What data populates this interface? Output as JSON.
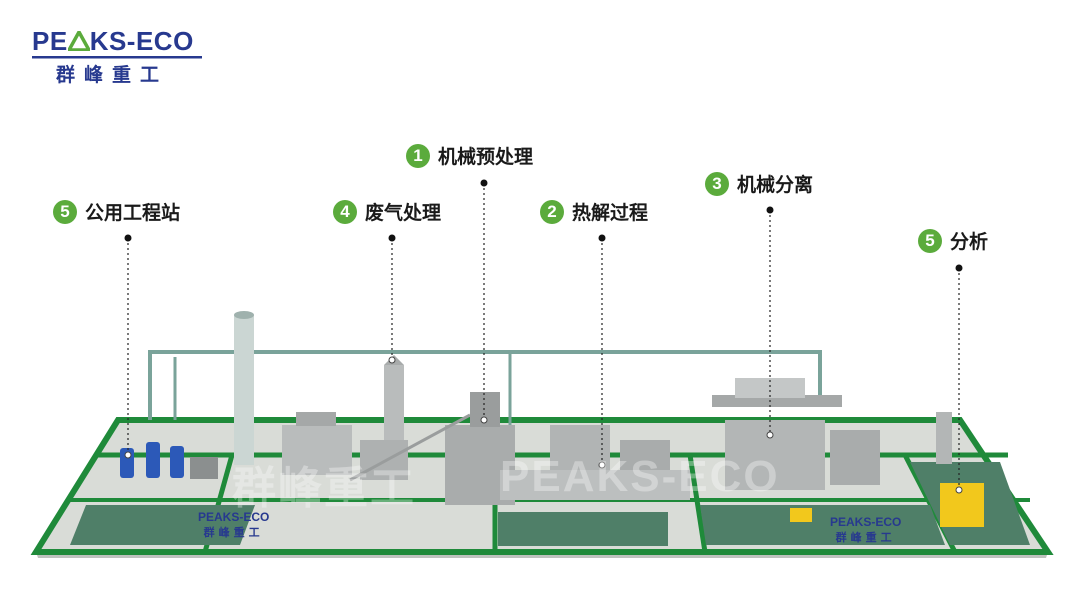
{
  "logo": {
    "en_prefix": "PE",
    "en_suffix": "KS-ECO",
    "zh": "群峰重工"
  },
  "callouts": [
    {
      "number": "1",
      "label": "机械预处理"
    },
    {
      "number": "2",
      "label": "热解过程"
    },
    {
      "number": "3",
      "label": "机械分离"
    },
    {
      "number": "4",
      "label": "废气处理"
    },
    {
      "number": "5",
      "label": "公用工程站"
    },
    {
      "number": "5",
      "label": "分析"
    }
  ],
  "watermark": {
    "zh": "群峰重工",
    "en": "PEAKS-ECO"
  },
  "floor_logos": [
    {
      "en": "PEAKS-ECO",
      "zh": "群峰重工"
    },
    {
      "en": "PEAKS-ECO",
      "zh": "群峰重工"
    }
  ],
  "colors": {
    "brand_blue": "#27398f",
    "badge_green": "#5bab3c",
    "floor_green": "#1f8a3a",
    "floor_gray": "#d9dcd7",
    "equipment": "#b9bcbc",
    "accent_yellow": "#f2c81c"
  }
}
